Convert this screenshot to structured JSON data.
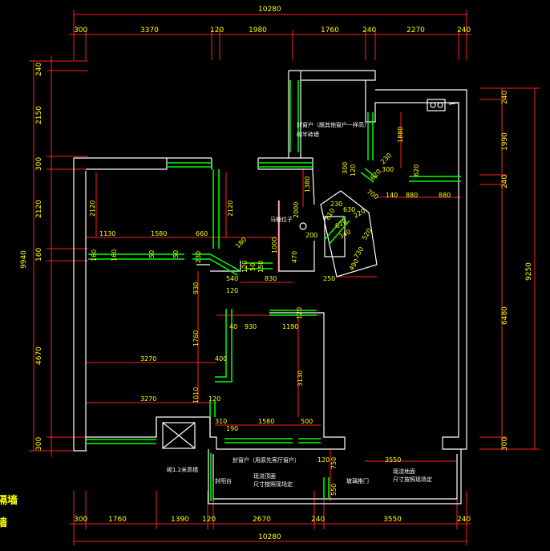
{
  "top_dims": {
    "overall": "10280",
    "segments": [
      "300",
      "3370",
      "120",
      "1980",
      "1760",
      "240",
      "2270",
      "240"
    ]
  },
  "bottom_dims": {
    "overall": "10280",
    "segments": [
      "300",
      "1760",
      "1390",
      "120",
      "2670",
      "240",
      "3550",
      "240"
    ]
  },
  "left_dims": {
    "overall": "9940",
    "segments": [
      "240",
      "2150",
      "300",
      "2120",
      "160",
      "4670",
      "300"
    ]
  },
  "right_dims": {
    "overall": "9250",
    "segments": [
      "240",
      "1990",
      "240",
      "6480",
      "300"
    ]
  },
  "interior_dims": [
    "1130",
    "1580",
    "660",
    "2120",
    "2120",
    "1380",
    "2000",
    "1000",
    "470",
    "200",
    "160",
    "160",
    "50",
    "50",
    "230",
    "180",
    "150",
    "50",
    "120",
    "930",
    "540",
    "830",
    "250",
    "120",
    "1760",
    "400",
    "40",
    "930",
    "1190",
    "120",
    "3130",
    "1010",
    "120",
    "3270",
    "3270",
    "310",
    "190",
    "1580",
    "500",
    "1880",
    "300",
    "120",
    "230",
    "620",
    "700",
    "140",
    "880",
    "880",
    "300",
    "620",
    "230",
    "630",
    "220",
    "520",
    "730",
    "810",
    "620",
    "340",
    "490",
    "750",
    "550",
    "120",
    "3550"
  ],
  "labels": {
    "window_top": "封窗户（跟其他窗户一样高）",
    "half_wall": "砌半砖墙",
    "toilet_pos": "马桶位子",
    "window_bottom": "封窗户（用原先客厅窗户）",
    "sealed_balcony": "封阳台",
    "wall_12": "砌1.2米高墙",
    "ceiling": "现浇顶面",
    "ceiling_note": "尺寸按照现场定",
    "glass_door": "玻璃推门",
    "floor": "现浇地面",
    "floor_note": "尺寸按照现场定"
  },
  "legend": [
    "隔墙",
    "墙"
  ],
  "colors": {
    "background": "#000000",
    "walls": "#ffffff",
    "dims": "#ff0000",
    "text": "#ffff00",
    "new_walls": "#00ff00"
  }
}
